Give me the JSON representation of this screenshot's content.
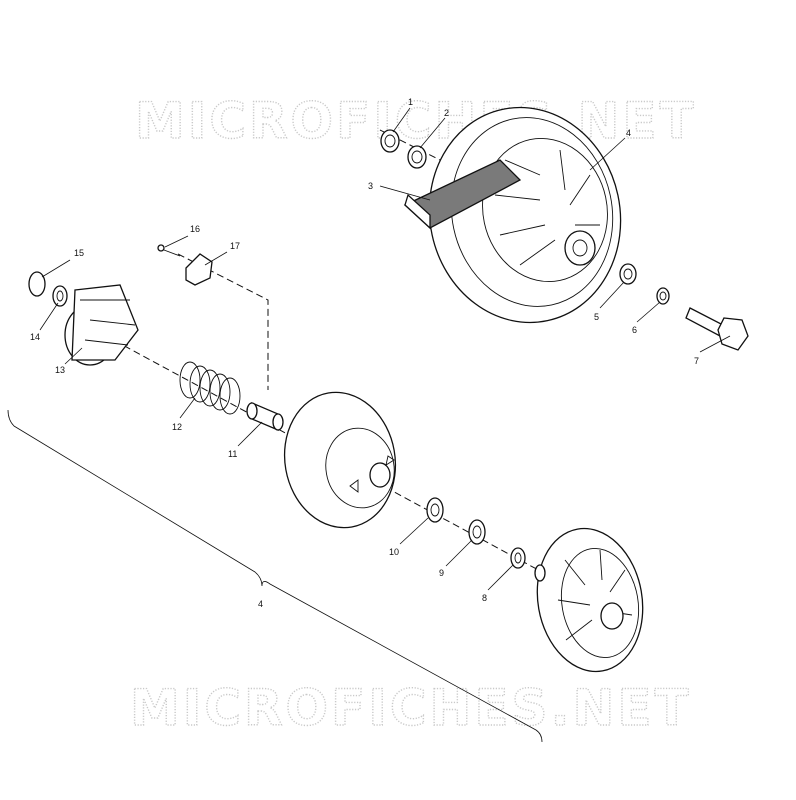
{
  "watermark": "MICROFICHES.NET",
  "labels": {
    "p1": "1",
    "p2": "2",
    "p3": "3",
    "p4": "4",
    "p5": "5",
    "p6": "6",
    "p7": "7",
    "p8": "8",
    "p9": "9",
    "p10": "10",
    "p11": "11",
    "p12": "12",
    "p13": "13",
    "p14": "14",
    "p15": "15",
    "p16": "16",
    "p17": "17",
    "assembly": "4"
  }
}
